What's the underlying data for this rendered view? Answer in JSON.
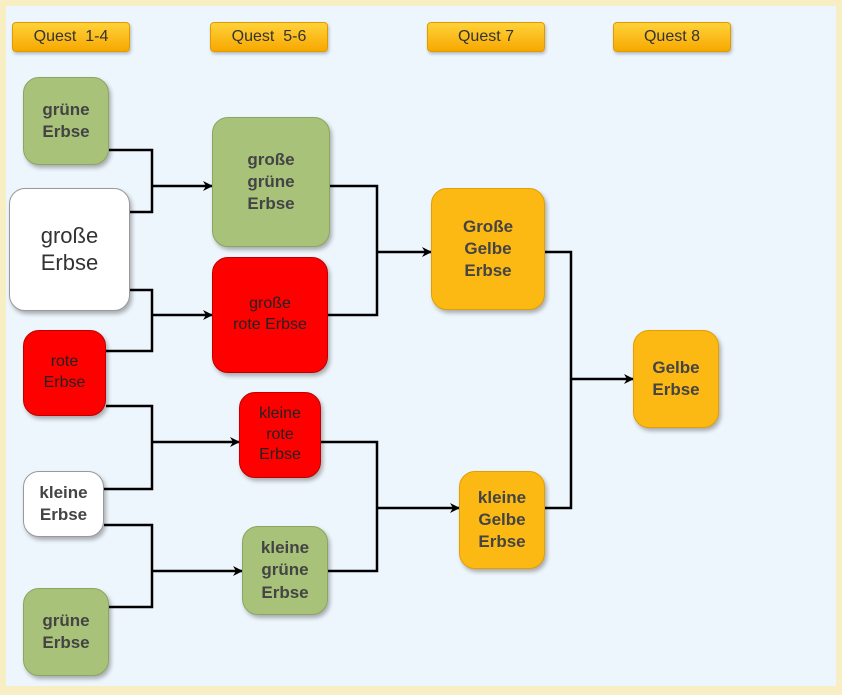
{
  "headers": [
    "Quest  1-4",
    "Quest  5-6",
    "Quest 7",
    "Quest 8"
  ],
  "nodes": {
    "green_pea_1": "grüne\nErbse",
    "big_pea": "große\nErbse",
    "red_pea": "rote\nErbse",
    "small_pea": "kleine\nErbse",
    "green_pea_2": "grüne\nErbse",
    "big_green_pea": "große\ngrüne\nErbse",
    "big_red_pea": "große\nrote Erbse",
    "small_red_pea": "kleine\nrote\nErbse",
    "small_green_pea": "kleine\ngrüne\nErbse",
    "big_yellow_pea": "Große\nGelbe\nErbse",
    "small_yellow_pea": "kleine\nGelbe\nErbse",
    "yellow_pea": "Gelbe\nErbse"
  },
  "colors": {
    "green": "#a8c27a",
    "red": "#ff0000",
    "white": "#ffffff",
    "orange": "#fdb913",
    "header": "#f7a800",
    "background": "#eef6fd"
  }
}
